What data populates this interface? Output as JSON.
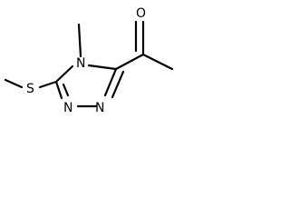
{
  "molecule": {
    "atoms": {
      "ring_n_methyl": "N",
      "ring_n_upper": "N",
      "ring_n_lower": "N",
      "sulfur": "S",
      "oxygen": "O"
    }
  }
}
